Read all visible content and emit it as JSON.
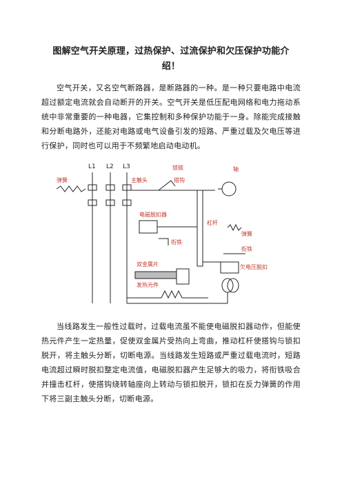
{
  "title": "图解空气开关原理，过热保护、过流保护和欠压保护功能介绍！",
  "paragraphs": [
    "空气开关，又名空气断路器，是断路器的一种。是一种只要电路中电流超过额定电流就会自动断开的开关。空气开关是低压配电网络和电力拖动系统中非常重要的一种电器，它集控制和多种保护功能于一身。除能完成接触和分断电路外，还能对电路或电气设备引发的短路、严重过载及欠电压等进行保护，同时也可以用于不频繁地启动电动机。",
    "当线路发生一般性过载时，过载电流虽不能使电磁脱扣器动作，但能使热元件产生一定热量，促使双金属片受热向上弯曲，推动杠杆使搭钩与锁扣脱开，将主触头分断，切断电源。当线路发生短路或严重过载电流时，短路电流超过瞬时脱扣整定电流值，电磁脱扣器产生足够大的吸力，将衔铁吸合并撞击杠杆，使搭钩绕转轴座向上转动与锁扣脱开，锁扣在反力弹簧的作用下将三副主触头分断，切断电源。"
  ],
  "diagram": {
    "phases": [
      "L1",
      "L2",
      "L3"
    ],
    "labels": {
      "spring_left": "弹簧",
      "main_contact": "主触头",
      "lock": "锁链",
      "hook": "搭钩",
      "shaft": "轴",
      "em_release": "电磁脱扣器",
      "armature_left": "衔铁",
      "lever": "杠杆",
      "spring_right": "弹簧",
      "armature_right": "衔铁",
      "bimetal": "双金属片",
      "uv_release": "欠电压脱扣器",
      "heater": "发热元件"
    }
  }
}
